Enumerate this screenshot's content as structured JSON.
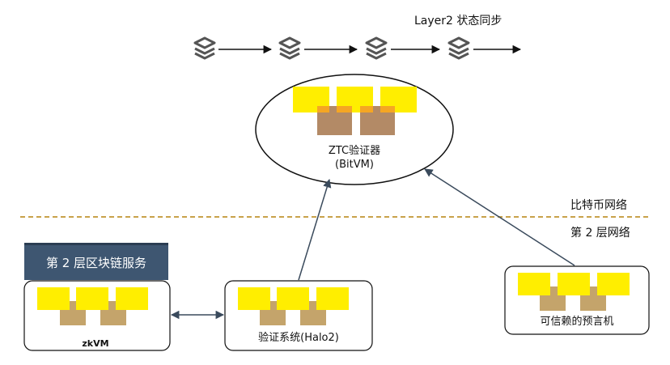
{
  "labels": {
    "layer2_sync": "Layer2 状态同步",
    "ztc_line1": "ZTC验证器",
    "ztc_line2": "(BitVM)",
    "bitcoin_network": "比特币网络",
    "layer2_network": "第 2 层网络",
    "banner": "第 2 层区块链服务",
    "zkvm": "zkVM",
    "verify_system": "验证系统(Halo2)",
    "oracle": "可信赖的预言机"
  },
  "colors": {
    "accent_yellow": "#ffee00",
    "orange_overlap": "#f5a623",
    "tan_block": "#c4a46b",
    "brown_block": "#b38a66",
    "banner_bg": "#3e5671",
    "arrow": "#3a4a5c",
    "dashed_divider": "#c8a24a",
    "layer_icon": "#555555"
  },
  "icons": [
    "stacked-layers-icon",
    "stacked-layers-icon",
    "stacked-layers-icon",
    "stacked-layers-icon"
  ]
}
